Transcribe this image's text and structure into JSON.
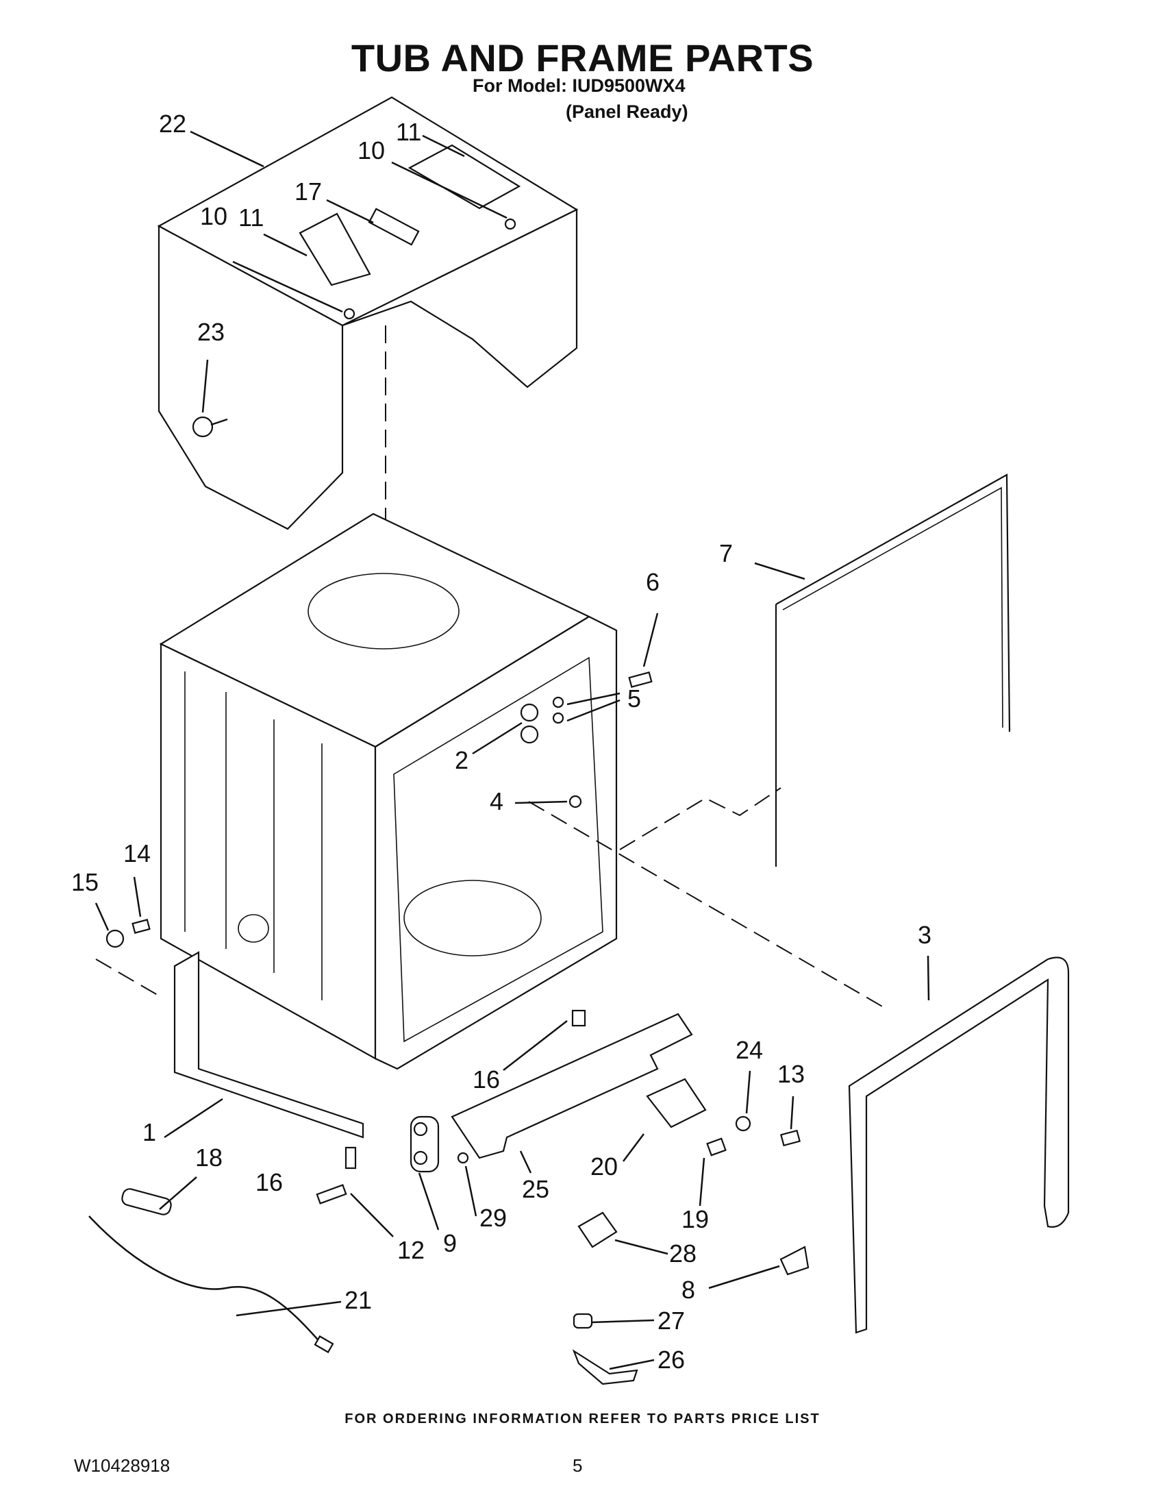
{
  "header": {
    "title": "TUB AND FRAME PARTS",
    "model": "For Model: IUD9500WX4",
    "variant": "(Panel Ready)"
  },
  "footer": {
    "ordering_note": "FOR ORDERING INFORMATION REFER TO PARTS PRICE LIST",
    "document_id": "W10428918",
    "page_number": "5"
  },
  "callouts": [
    "22",
    "11",
    "10",
    "17",
    "11",
    "10",
    "23",
    "7",
    "6",
    "5",
    "2",
    "4",
    "14",
    "15",
    "3",
    "16",
    "24",
    "13",
    "1",
    "18",
    "16",
    "20",
    "19",
    "9",
    "29",
    "25",
    "12",
    "28",
    "8",
    "21",
    "27",
    "26"
  ]
}
